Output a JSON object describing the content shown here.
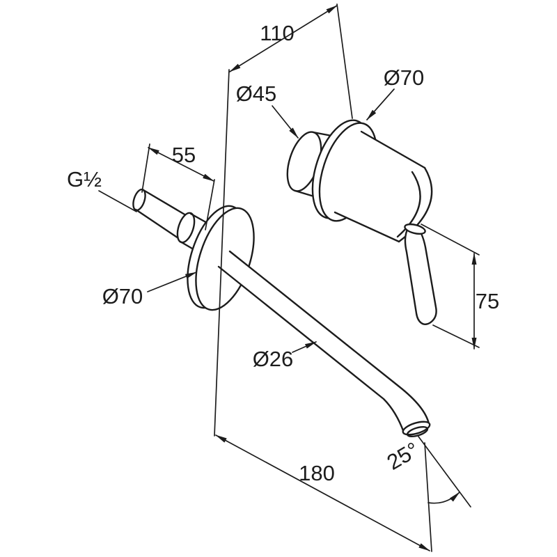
{
  "meta": {
    "type": "technical-dimension-drawing",
    "subject": "wall-mounted single-lever basin mixer with spout"
  },
  "colors": {
    "line": "#1c1c1c",
    "background": "#ffffff"
  },
  "labels": {
    "dim_wall_to_body": "110",
    "dia_cartridge": "Ø45",
    "dia_body_flange": "Ø70",
    "dim_inlet_length": "55",
    "thread_size": "G½",
    "dia_spout_flange": "Ø70",
    "dim_handle_height": "75",
    "dia_spout_tube": "Ø26",
    "dim_spout_reach": "180",
    "angle_outlet": "25°"
  }
}
